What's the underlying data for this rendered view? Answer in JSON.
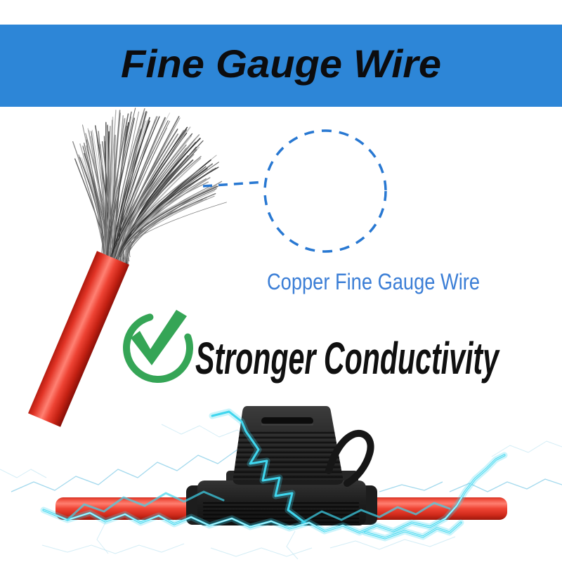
{
  "banner": {
    "title": "Fine Gauge Wire"
  },
  "callout": {
    "label": "Copper Fine Gauge Wire"
  },
  "feature": {
    "label": "Stronger Conductivity"
  },
  "colors": {
    "background": "#ffffff",
    "banner-bg": "#2d86d7",
    "banner-text": "#0c0c0e",
    "callout-text": "#3b7ed6",
    "detail-circle": "#2878d2",
    "leader-line": "#2878d2",
    "check-green": "#35a556",
    "feature-text": "#101010",
    "wire-red": "#e8352a",
    "wire-red-highlight": "#ff7f70",
    "wire-red-dark": "#8e1207",
    "strand-gray": "#6f6f6f",
    "lightning-cyan": "#3fd6ee",
    "lightning-faint": "#8ccfe9",
    "fuse-black": "#232323"
  },
  "icons": {
    "check_icon": "checkmark-in-circle",
    "zoom_circle": "magnified-detail-circle",
    "lightning": "electric-spark"
  }
}
